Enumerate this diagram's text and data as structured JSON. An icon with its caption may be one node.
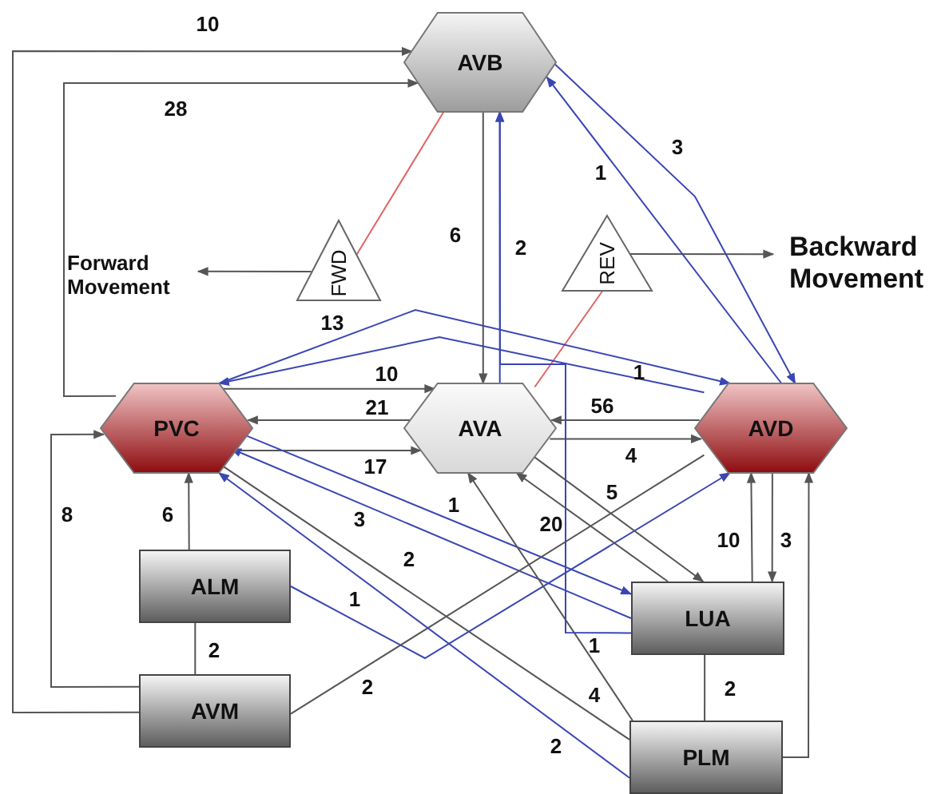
{
  "diagram": {
    "nodes": [
      {
        "text": [
          "AVB"
        ]
      },
      {
        "text": [
          "Forward Movement"
        ]
      },
      {
        "text": [
          "FWD"
        ]
      },
      {
        "text": [
          "REV"
        ]
      },
      {
        "text": [
          "Backward Movement"
        ]
      },
      {
        "text": [
          "PVC"
        ]
      },
      {
        "text": [
          "AVA"
        ]
      },
      {
        "text": [
          "AVD"
        ]
      },
      {
        "text": [
          "ALM"
        ]
      },
      {
        "text": [
          "LUA"
        ]
      },
      {
        "text": [
          "AVM"
        ]
      },
      {
        "text": [
          "PLM"
        ]
      }
    ],
    "edges": [
      {
        "from": 10,
        "to": 0,
        "arrow": "to",
        "label": "10"
      },
      {
        "from": 5,
        "to": 0,
        "arrow": "to",
        "label": "28"
      },
      {
        "from": 2,
        "to": 0,
        "arrow": "none",
        "color": "#e06464"
      },
      {
        "from": 2,
        "to": 1,
        "arrow": "to"
      },
      {
        "from": 3,
        "to": 4,
        "arrow": "to"
      },
      {
        "from": 3,
        "to": 6,
        "arrow": "none",
        "color": "#e06464"
      },
      {
        "from": 0,
        "to": 6,
        "arrow": "to",
        "label": "6"
      },
      {
        "from": 6,
        "to": 0,
        "arrow": "to",
        "label": "2",
        "color": "#3a46b4"
      },
      {
        "from": 0,
        "to": 7,
        "arrow": "to",
        "label": "3",
        "color": "#3a46b4"
      },
      {
        "from": 7,
        "to": 0,
        "arrow": "to",
        "label": "1",
        "color": "#3a46b4"
      },
      {
        "from": 7,
        "to": 5,
        "arrow": "to",
        "label": "1",
        "color": "#3a46b4"
      },
      {
        "from": 5,
        "to": 7,
        "arrow": "to",
        "label": "13",
        "color": "#3a46b4"
      },
      {
        "from": 5,
        "to": 6,
        "arrow": "to",
        "label": "10"
      },
      {
        "from": 6,
        "to": 5,
        "arrow": "to",
        "label": "21"
      },
      {
        "from": 5,
        "to": 6,
        "arrow": "to",
        "label": "17"
      },
      {
        "from": 7,
        "to": 6,
        "arrow": "to",
        "label": "56"
      },
      {
        "from": 6,
        "to": 7,
        "arrow": "to",
        "label": "4"
      },
      {
        "from": 5,
        "to": 9,
        "arrow": "to",
        "label": "1",
        "color": "#3a46b4"
      },
      {
        "from": 9,
        "to": 5,
        "arrow": "to",
        "label": "3",
        "color": "#3a46b4"
      },
      {
        "from": 8,
        "to": 5,
        "arrow": "to",
        "label": "6"
      },
      {
        "from": 10,
        "to": 5,
        "arrow": "to",
        "label": "8"
      },
      {
        "from": 8,
        "to": 10,
        "arrow": "none",
        "label": "2"
      },
      {
        "from": 8,
        "to": 7,
        "arrow": "to",
        "label": "1",
        "color": "#3a46b4"
      },
      {
        "from": 10,
        "to": 7,
        "arrow": "none",
        "label": "2"
      },
      {
        "from": 5,
        "to": 11,
        "arrow": "none",
        "label": "2"
      },
      {
        "from": 11,
        "to": 5,
        "arrow": "to",
        "label": "2",
        "color": "#3a46b4"
      },
      {
        "from": 11,
        "to": 6,
        "arrow": "to",
        "label": "4"
      },
      {
        "from": 9,
        "to": 6,
        "arrow": "to",
        "label": "20"
      },
      {
        "from": 6,
        "to": 9,
        "arrow": "to",
        "label": "5"
      },
      {
        "from": 9,
        "to": 0,
        "arrow": "to",
        "label": "1",
        "color": "#3a46b4"
      },
      {
        "from": 9,
        "to": 7,
        "arrow": "to",
        "label": "10"
      },
      {
        "from": 7,
        "to": 9,
        "arrow": "to",
        "label": "3"
      },
      {
        "from": 9,
        "to": 11,
        "arrow": "none",
        "label": "2"
      },
      {
        "from": 11,
        "to": 7,
        "arrow": "to"
      }
    ]
  }
}
